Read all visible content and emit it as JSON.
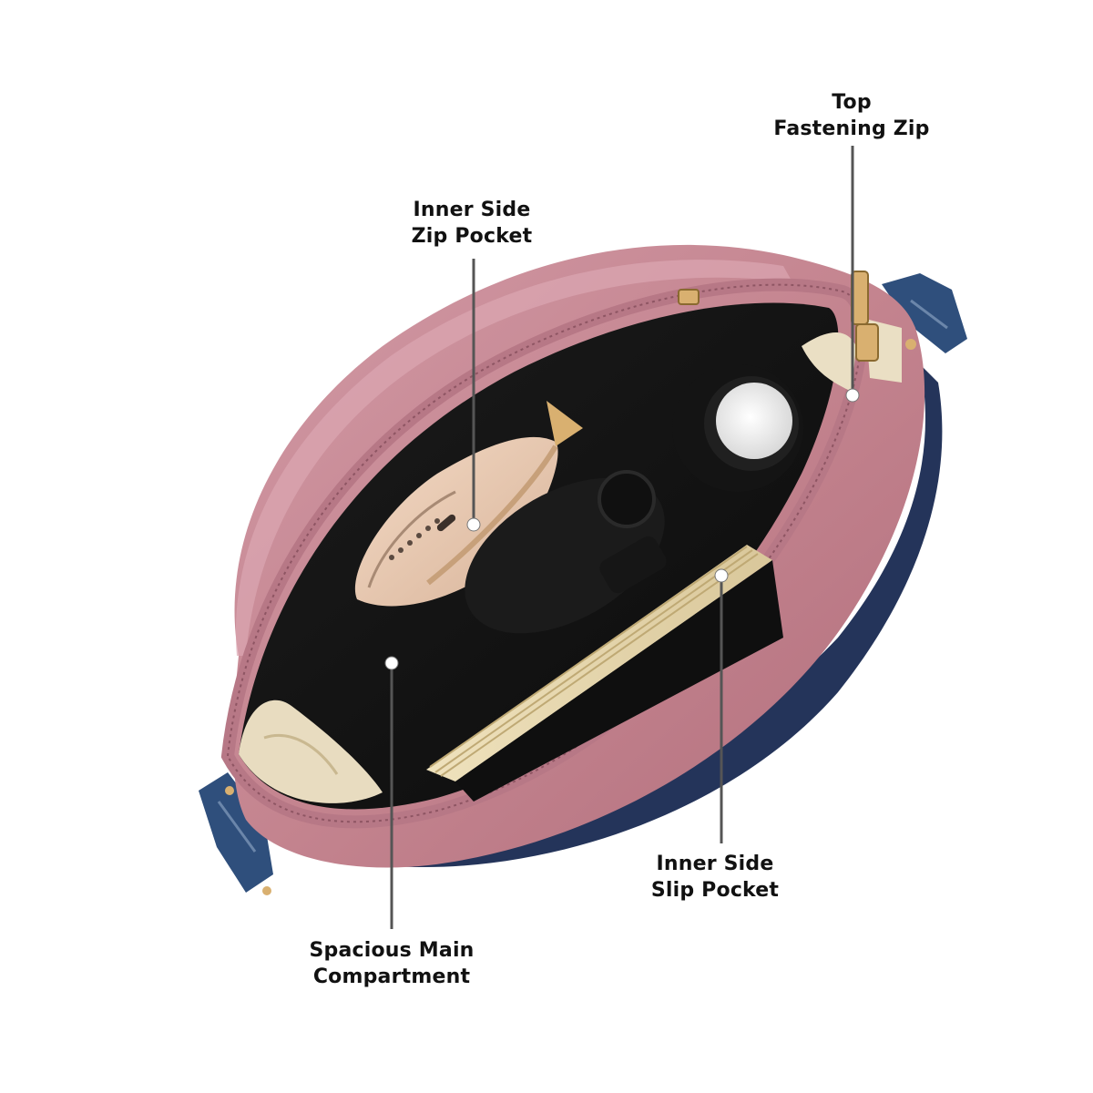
{
  "image": {
    "subject": "pink handbag interior with labelled features",
    "colors": {
      "bag_pink": "#c98a98",
      "bag_pink_dark": "#a9697a",
      "strap_blue": "#2f4f7c",
      "lining_black": "#121212",
      "lining_beige": "#e8dcc0",
      "hardware_gold": "#d9b070",
      "leader_line": "#555555"
    }
  },
  "callouts": {
    "top_zip": {
      "line1": "Top",
      "line2": "Fastening Zip"
    },
    "inner_zip": {
      "line1": "Inner Side",
      "line2": "Zip Pocket"
    },
    "slip": {
      "line1": "Inner Side",
      "line2": "Slip Pocket"
    },
    "main": {
      "line1": "Spacious Main",
      "line2": "Compartment"
    }
  }
}
